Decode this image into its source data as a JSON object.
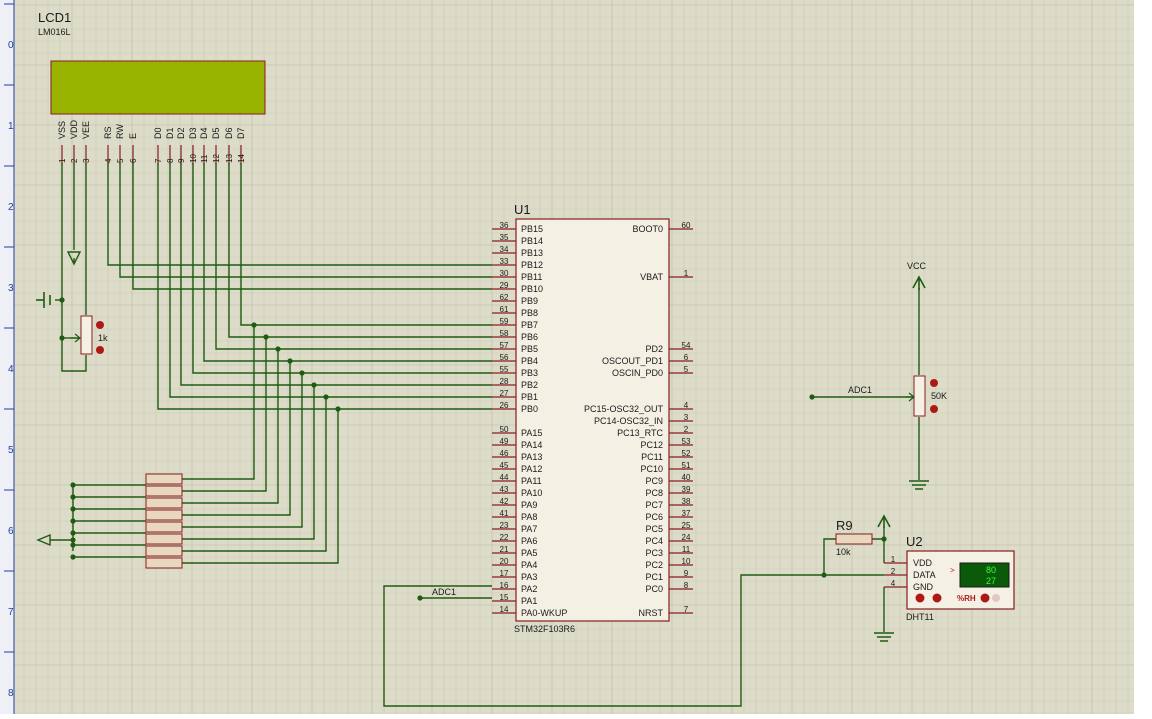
{
  "colors": {
    "background": "#dcdcc8",
    "grid_minor": "#c9c9b6",
    "grid_major": "#b7b7a4",
    "wire": "#1f5b12",
    "component": "#8a1c20",
    "chip_fill": "#f5f0e4",
    "lcd_screen": "#98b400",
    "text": "#1a1a1a",
    "ruler": "#1f3ea0",
    "dht_display_bg": "#0a5a0a",
    "dht_display_text": "#39ff39",
    "pin_marker": "#b01818"
  },
  "ruler": {
    "rows": [
      "0",
      "1",
      "2",
      "3",
      "4",
      "5",
      "6",
      "7",
      "8"
    ]
  },
  "lcd": {
    "ref": "LCD1",
    "model": "LM016L",
    "pins": [
      {
        "name": "VSS",
        "num": "1"
      },
      {
        "name": "VDD",
        "num": "2"
      },
      {
        "name": "VEE",
        "num": "3"
      },
      {
        "name": "RS",
        "num": "4"
      },
      {
        "name": "RW",
        "num": "5"
      },
      {
        "name": "E",
        "num": "6"
      },
      {
        "name": "D0",
        "num": "7"
      },
      {
        "name": "D1",
        "num": "8"
      },
      {
        "name": "D2",
        "num": "9"
      },
      {
        "name": "D3",
        "num": "10"
      },
      {
        "name": "D4",
        "num": "11"
      },
      {
        "name": "D5",
        "num": "12"
      },
      {
        "name": "D6",
        "num": "13"
      },
      {
        "name": "D7",
        "num": "14"
      }
    ]
  },
  "lcd_pot": {
    "value": "1k"
  },
  "mcu": {
    "ref": "U1",
    "model": "STM32F103R6",
    "left_pins": [
      {
        "name": "PB15",
        "num": "36"
      },
      {
        "name": "PB14",
        "num": "35"
      },
      {
        "name": "PB13",
        "num": "34"
      },
      {
        "name": "PB12",
        "num": "33"
      },
      {
        "name": "PB11",
        "num": "30"
      },
      {
        "name": "PB10",
        "num": "29"
      },
      {
        "name": "PB9",
        "num": "62"
      },
      {
        "name": "PB8",
        "num": "61"
      },
      {
        "name": "PB7",
        "num": "59"
      },
      {
        "name": "PB6",
        "num": "58"
      },
      {
        "name": "PB5",
        "num": "57"
      },
      {
        "name": "PB4",
        "num": "56"
      },
      {
        "name": "PB3",
        "num": "55"
      },
      {
        "name": "PB2",
        "num": "28"
      },
      {
        "name": "PB1",
        "num": "27"
      },
      {
        "name": "PB0",
        "num": "26"
      },
      {
        "name": "",
        "num": ""
      },
      {
        "name": "PA15",
        "num": "50"
      },
      {
        "name": "PA14",
        "num": "49"
      },
      {
        "name": "PA13",
        "num": "46"
      },
      {
        "name": "PA12",
        "num": "45"
      },
      {
        "name": "PA11",
        "num": "44"
      },
      {
        "name": "PA10",
        "num": "43"
      },
      {
        "name": "PA9",
        "num": "42"
      },
      {
        "name": "PA8",
        "num": "41"
      },
      {
        "name": "PA7",
        "num": "23"
      },
      {
        "name": "PA6",
        "num": "22"
      },
      {
        "name": "PA5",
        "num": "21"
      },
      {
        "name": "PA4",
        "num": "20"
      },
      {
        "name": "PA3",
        "num": "17"
      },
      {
        "name": "PA2",
        "num": "16"
      },
      {
        "name": "PA1",
        "num": "15"
      },
      {
        "name": "PA0-WKUP",
        "num": "14"
      }
    ],
    "right_pins": [
      {
        "name": "BOOT0",
        "num": "60",
        "row": 0
      },
      {
        "name": "VBAT",
        "num": "1",
        "row": 4
      },
      {
        "name": "PD2",
        "num": "54",
        "row": 10
      },
      {
        "name": "OSCOUT_PD1",
        "num": "6",
        "row": 11
      },
      {
        "name": "OSCIN_PD0",
        "num": "5",
        "row": 12
      },
      {
        "name": "PC15-OSC32_OUT",
        "num": "4",
        "row": 15
      },
      {
        "name": "PC14-OSC32_IN",
        "num": "3",
        "row": 16
      },
      {
        "name": "PC13_RTC",
        "num": "2",
        "row": 17
      },
      {
        "name": "PC12",
        "num": "53",
        "row": 18
      },
      {
        "name": "PC11",
        "num": "52",
        "row": 19
      },
      {
        "name": "PC10",
        "num": "51",
        "row": 20
      },
      {
        "name": "PC9",
        "num": "40",
        "row": 21
      },
      {
        "name": "PC8",
        "num": "39",
        "row": 22
      },
      {
        "name": "PC7",
        "num": "38",
        "row": 23
      },
      {
        "name": "PC6",
        "num": "37",
        "row": 24
      },
      {
        "name": "PC5",
        "num": "25",
        "row": 25
      },
      {
        "name": "PC4",
        "num": "24",
        "row": 26
      },
      {
        "name": "PC3",
        "num": "11",
        "row": 27
      },
      {
        "name": "PC2",
        "num": "10",
        "row": 28
      },
      {
        "name": "PC1",
        "num": "9",
        "row": 29
      },
      {
        "name": "PC0",
        "num": "8",
        "row": 30
      },
      {
        "name": "NRST",
        "num": "7",
        "row": 32
      }
    ]
  },
  "adc_label": "ADC1",
  "vcc_label": "VCC",
  "pot_50k": {
    "value": "50K"
  },
  "r9": {
    "ref": "R9",
    "value": "10k"
  },
  "dht": {
    "ref": "U2",
    "model": "DHT11",
    "pins": [
      {
        "name": "VDD",
        "num": "1"
      },
      {
        "name": "DATA",
        "num": "2"
      },
      {
        "name": "GND",
        "num": "4"
      }
    ],
    "humidity": "80",
    "temperature": "27",
    "unit_label": "%RH",
    "arrow": ">"
  }
}
